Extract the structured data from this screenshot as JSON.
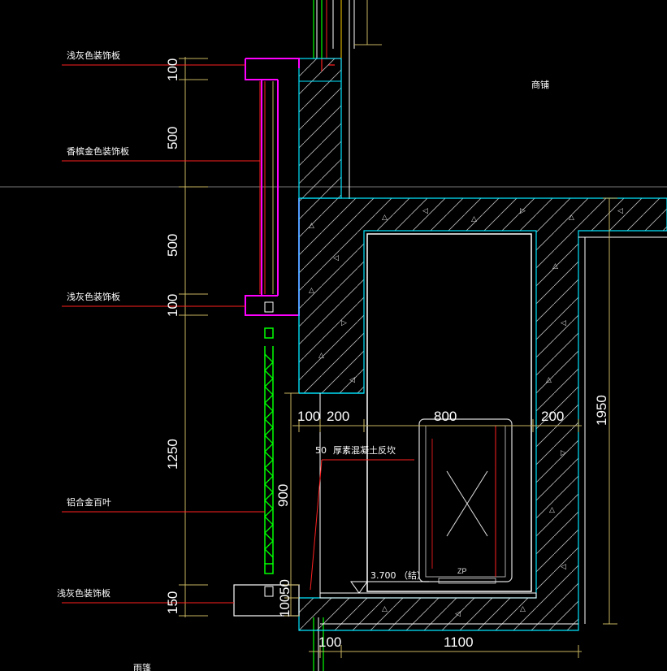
{
  "labels": {
    "light_gray_panel_top": "浅灰色装饰板",
    "champagne_gold_panel": "香槟金色装饰板",
    "light_gray_panel_mid": "浅灰色装饰板",
    "aluminum_louver": "铝合金百叶",
    "light_gray_panel_bottom": "浅灰色装饰板",
    "shop": "商铺",
    "concrete_slope": "厚素混凝土反坎",
    "elevation": "3.700 （结）",
    "bottom_partial": "雨篷"
  },
  "dimensions": {
    "v_100_top": "100",
    "v_500_a": "500",
    "v_500_b": "500",
    "v_100_b": "100",
    "v_1250": "1250",
    "v_150": "150",
    "v_900": "900",
    "v_50": "50",
    "v_100_bottom": "100",
    "v_1950": "1950",
    "h_100": "100",
    "h_200_a": "200",
    "h_800": "800",
    "h_200_b": "200",
    "h_100_bottom": "100",
    "h_1100": "1100",
    "slab_50": "50"
  },
  "colors": {
    "background": "#000000",
    "magenta": "#ff00ff",
    "cyan": "#00e5ff",
    "red": "#ff2020",
    "green": "#00ff00",
    "white": "#ffffff",
    "yellow": "#ffff00",
    "dim_line": "#c8b560"
  }
}
